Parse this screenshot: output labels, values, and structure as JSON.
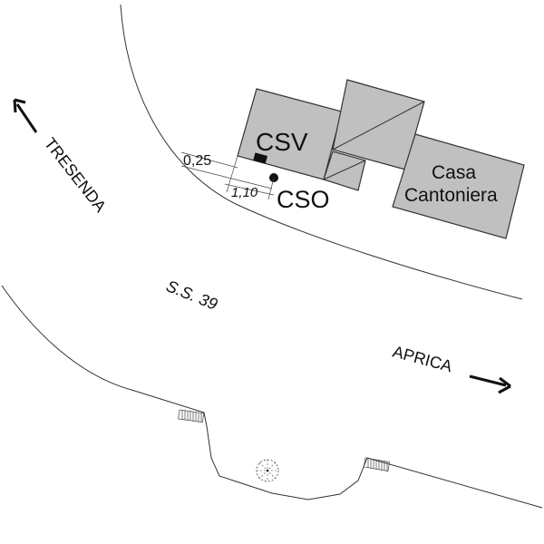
{
  "labels": {
    "csv": "CSV",
    "cso": "CSO",
    "casa_line1": "Casa",
    "casa_line2": "Cantoniera",
    "dim_offset": "0,25",
    "dim_distance": "1,10",
    "road": "S.S. 39",
    "direction_left": "TRESENDA",
    "direction_right": "APRICA"
  },
  "colors": {
    "building_fill": "#c0c0c0",
    "line": "#333333"
  }
}
